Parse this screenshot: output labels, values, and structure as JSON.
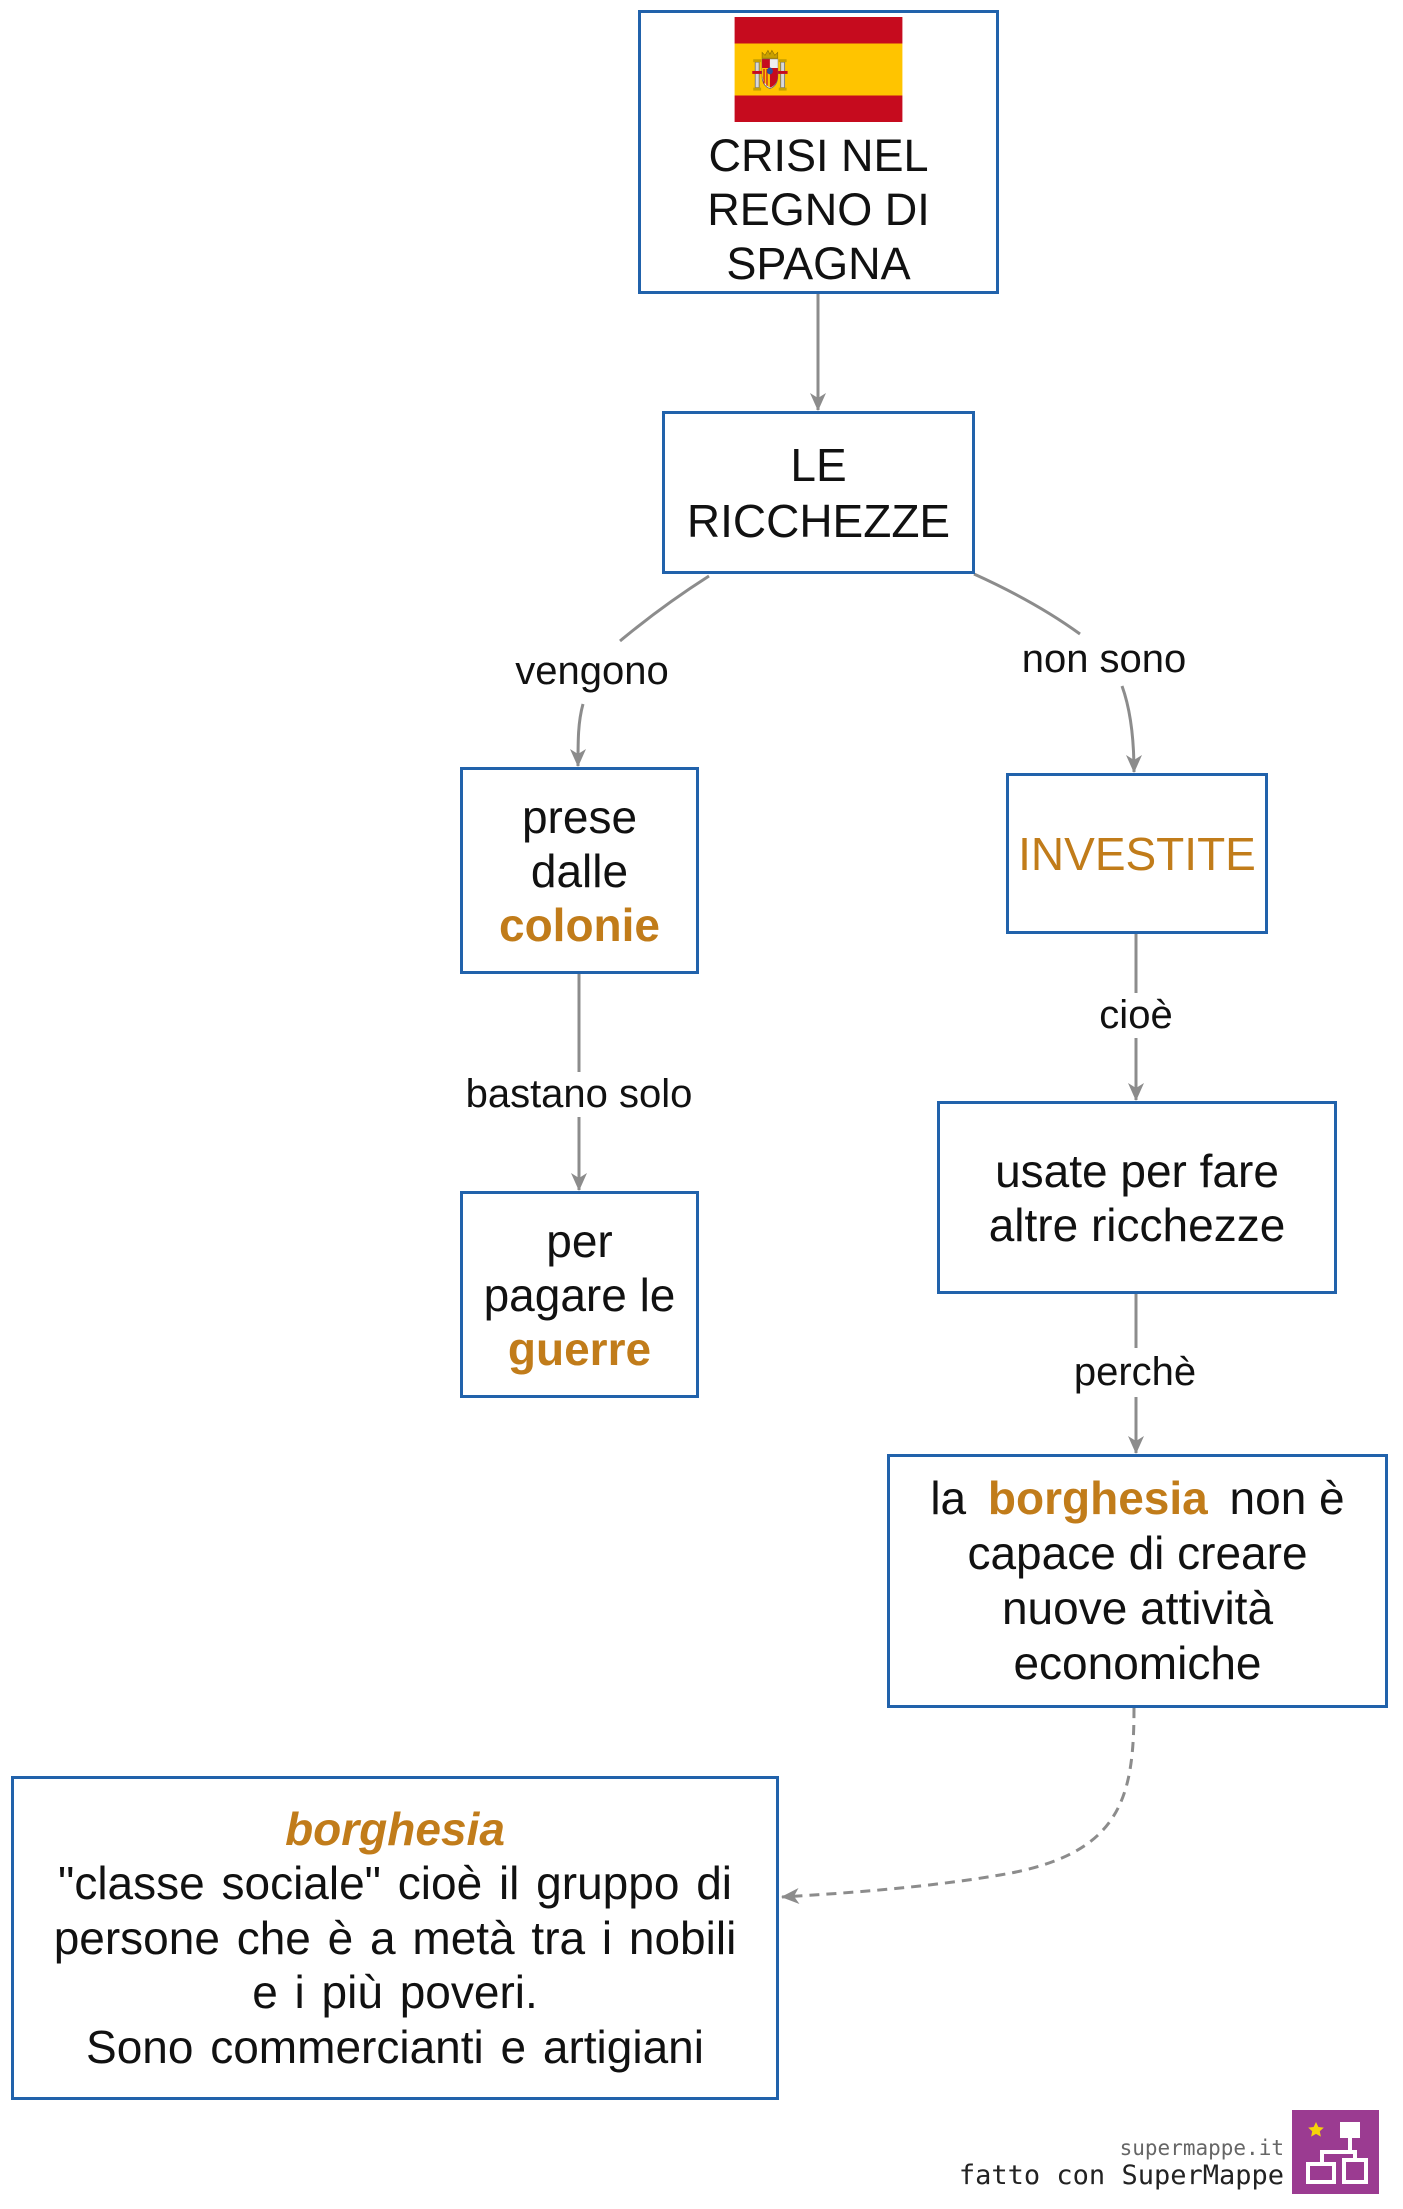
{
  "colors": {
    "box_border": "#2162ab",
    "highlight": "#c17c1a",
    "connector": "#8c8c8c",
    "text": "#111111",
    "flag_red": "#c60b1e",
    "flag_yellow": "#ffc400",
    "logo_background": "#9b3b91"
  },
  "icons": {
    "flag": "spain-flag-icon",
    "logo": "supermappe-logo-icon"
  },
  "nodes": {
    "title": {
      "lines": [
        "CRISI NEL",
        "REGNO DI",
        "SPAGNA"
      ]
    },
    "riches": {
      "lines": [
        "LE",
        "RICCHEZZE"
      ]
    },
    "colonies": {
      "lines": [
        "prese",
        "dalle"
      ],
      "highlight": "colonie"
    },
    "invested": {
      "highlight": "INVESTITE"
    },
    "wars": {
      "lines": [
        "per",
        "pagare le"
      ],
      "highlight": "guerre"
    },
    "used": {
      "lines": [
        "usate per fare",
        "altre ricchezze"
      ]
    },
    "bourgeoisie": {
      "first_line": {
        "before": "la",
        "highlight": "borghesia",
        "after": "non è"
      },
      "lines": [
        "capace di creare",
        "nuove attività",
        "economiche"
      ]
    },
    "definition": {
      "highlight": "borghesia",
      "lines": [
        "\"classe sociale\" cioè il gruppo di",
        "persone che è a metà tra i nobili",
        "e i più poveri.",
        "Sono commercianti e artigiani"
      ]
    }
  },
  "edges": {
    "vengono": "vengono",
    "non_sono": "non sono",
    "bastano_solo": "bastano solo",
    "cioe": "cioè",
    "perche": "perchè"
  },
  "footer": {
    "site": "supermappe.it",
    "credit": "fatto con SuperMappe"
  }
}
